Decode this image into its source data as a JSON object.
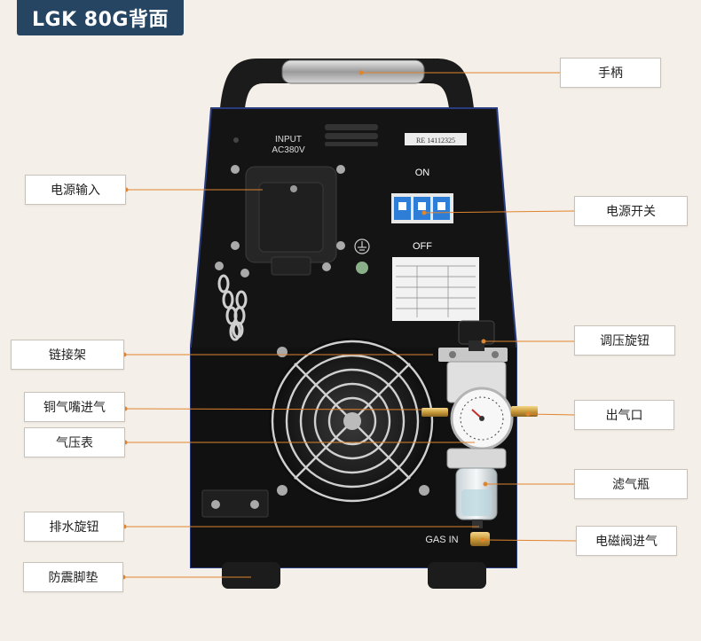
{
  "title": "LGK 80G背面",
  "panel_text": {
    "input": "INPUT",
    "voltage": "AC380V",
    "serial": "RE 14112325",
    "on": "ON",
    "off": "OFF",
    "gas_in": "GAS IN"
  },
  "callouts": {
    "handle": "手柄",
    "power_input": "电源输入",
    "power_switch": "电源开关",
    "chain_holder": "链接架",
    "pressure_knob": "调压旋钮",
    "copper_nozzle_inlet": "铜气嘴进气",
    "air_outlet": "出气口",
    "pressure_gauge": "气压表",
    "filter_bowl": "滤气瓶",
    "drain_knob": "排水旋钮",
    "solenoid_inlet": "电磁阀进气",
    "shock_pad": "防震脚垫"
  },
  "colors": {
    "title_bg": "#254563",
    "background": "#f4efe8",
    "leader": "#e0842e",
    "cabinet": "#151515",
    "panel_edge": "#2a3c80",
    "breaker": "#2e7dd6"
  }
}
